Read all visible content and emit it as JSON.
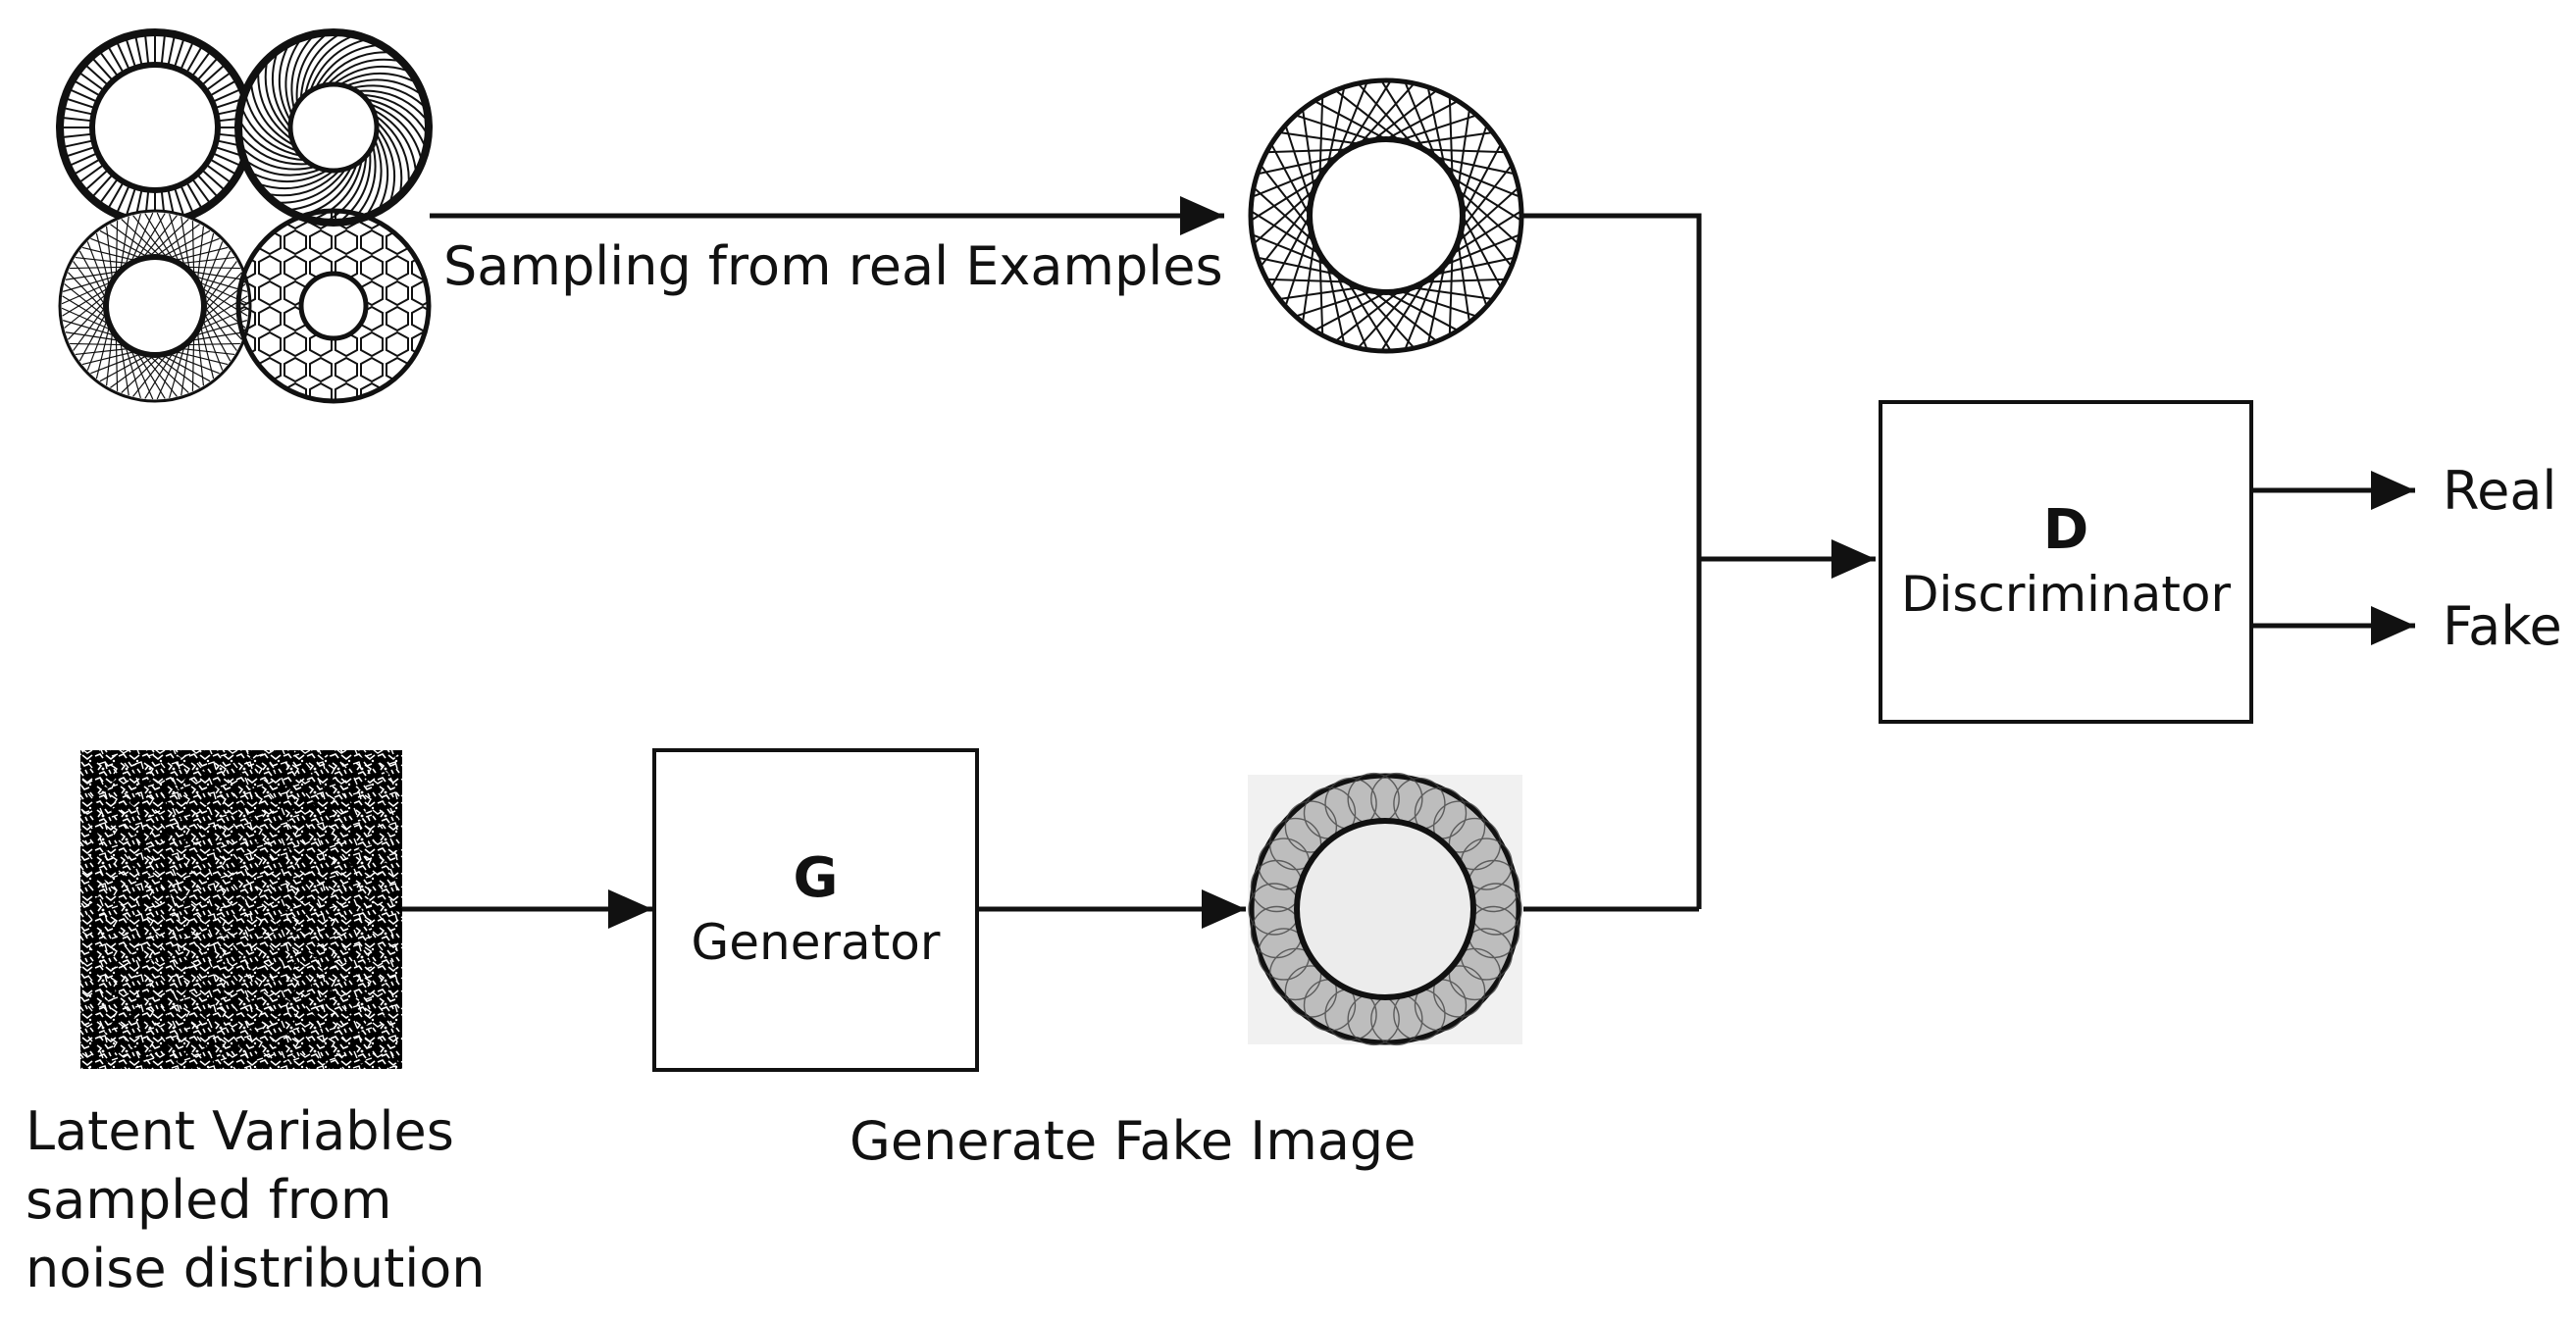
{
  "real_input": {
    "label": "Sampling from real Examples"
  },
  "noise_input": {
    "label_lines": [
      "Latent Variables",
      "sampled from",
      "noise distribution"
    ]
  },
  "generator": {
    "symbol": "G",
    "name": "Generator",
    "caption": "Generate Fake Image"
  },
  "discriminator": {
    "symbol": "D",
    "name": "Discriminator"
  },
  "outputs": {
    "real": "Real",
    "fake": "Fake"
  },
  "colors": {
    "stroke": "#111111",
    "fake_ring_fill": "#bdbdbd",
    "background": "#ffffff"
  }
}
